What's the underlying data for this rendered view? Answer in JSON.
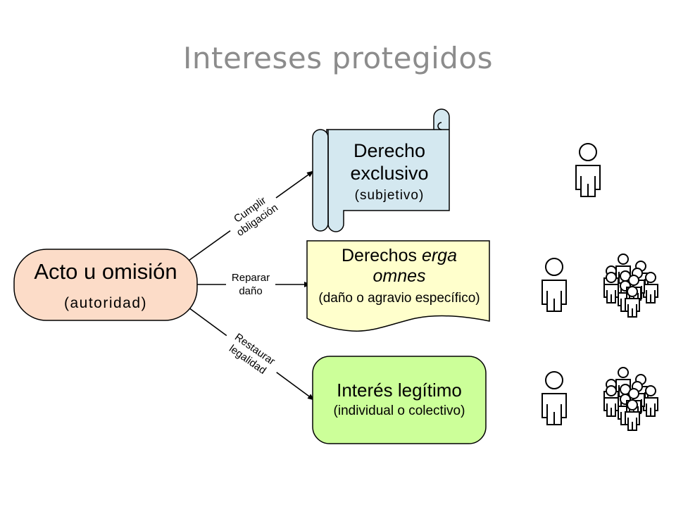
{
  "title": "Intereses protegidos",
  "source": {
    "main": "Acto u omisión",
    "sub": "(autoridad)"
  },
  "connectors": [
    {
      "line1": "Cumplir",
      "line2": "obligación"
    },
    {
      "line1": "Reparar",
      "line2": "daño"
    },
    {
      "line1": "Restaurar",
      "line2": "legalidad"
    }
  ],
  "targets": {
    "scroll": {
      "line1": "Derecho",
      "line2": "exclusivo",
      "line3": "(subjetivo)",
      "color": "#d4e8f0"
    },
    "document": {
      "line1_plain": "Derechos ",
      "line1_italic": "erga",
      "line2_italic": "omnes",
      "line3": "(daño o agravio específico)",
      "color": "#ffffcc"
    },
    "rounded": {
      "line1": "Interés legítimo",
      "line2": "(individual o colectivo)",
      "color": "#ccff99"
    }
  },
  "source_color": "#fcdcc8",
  "icons": [
    "person-icon",
    "person-icon",
    "group-icon",
    "person-icon",
    "group-icon"
  ]
}
